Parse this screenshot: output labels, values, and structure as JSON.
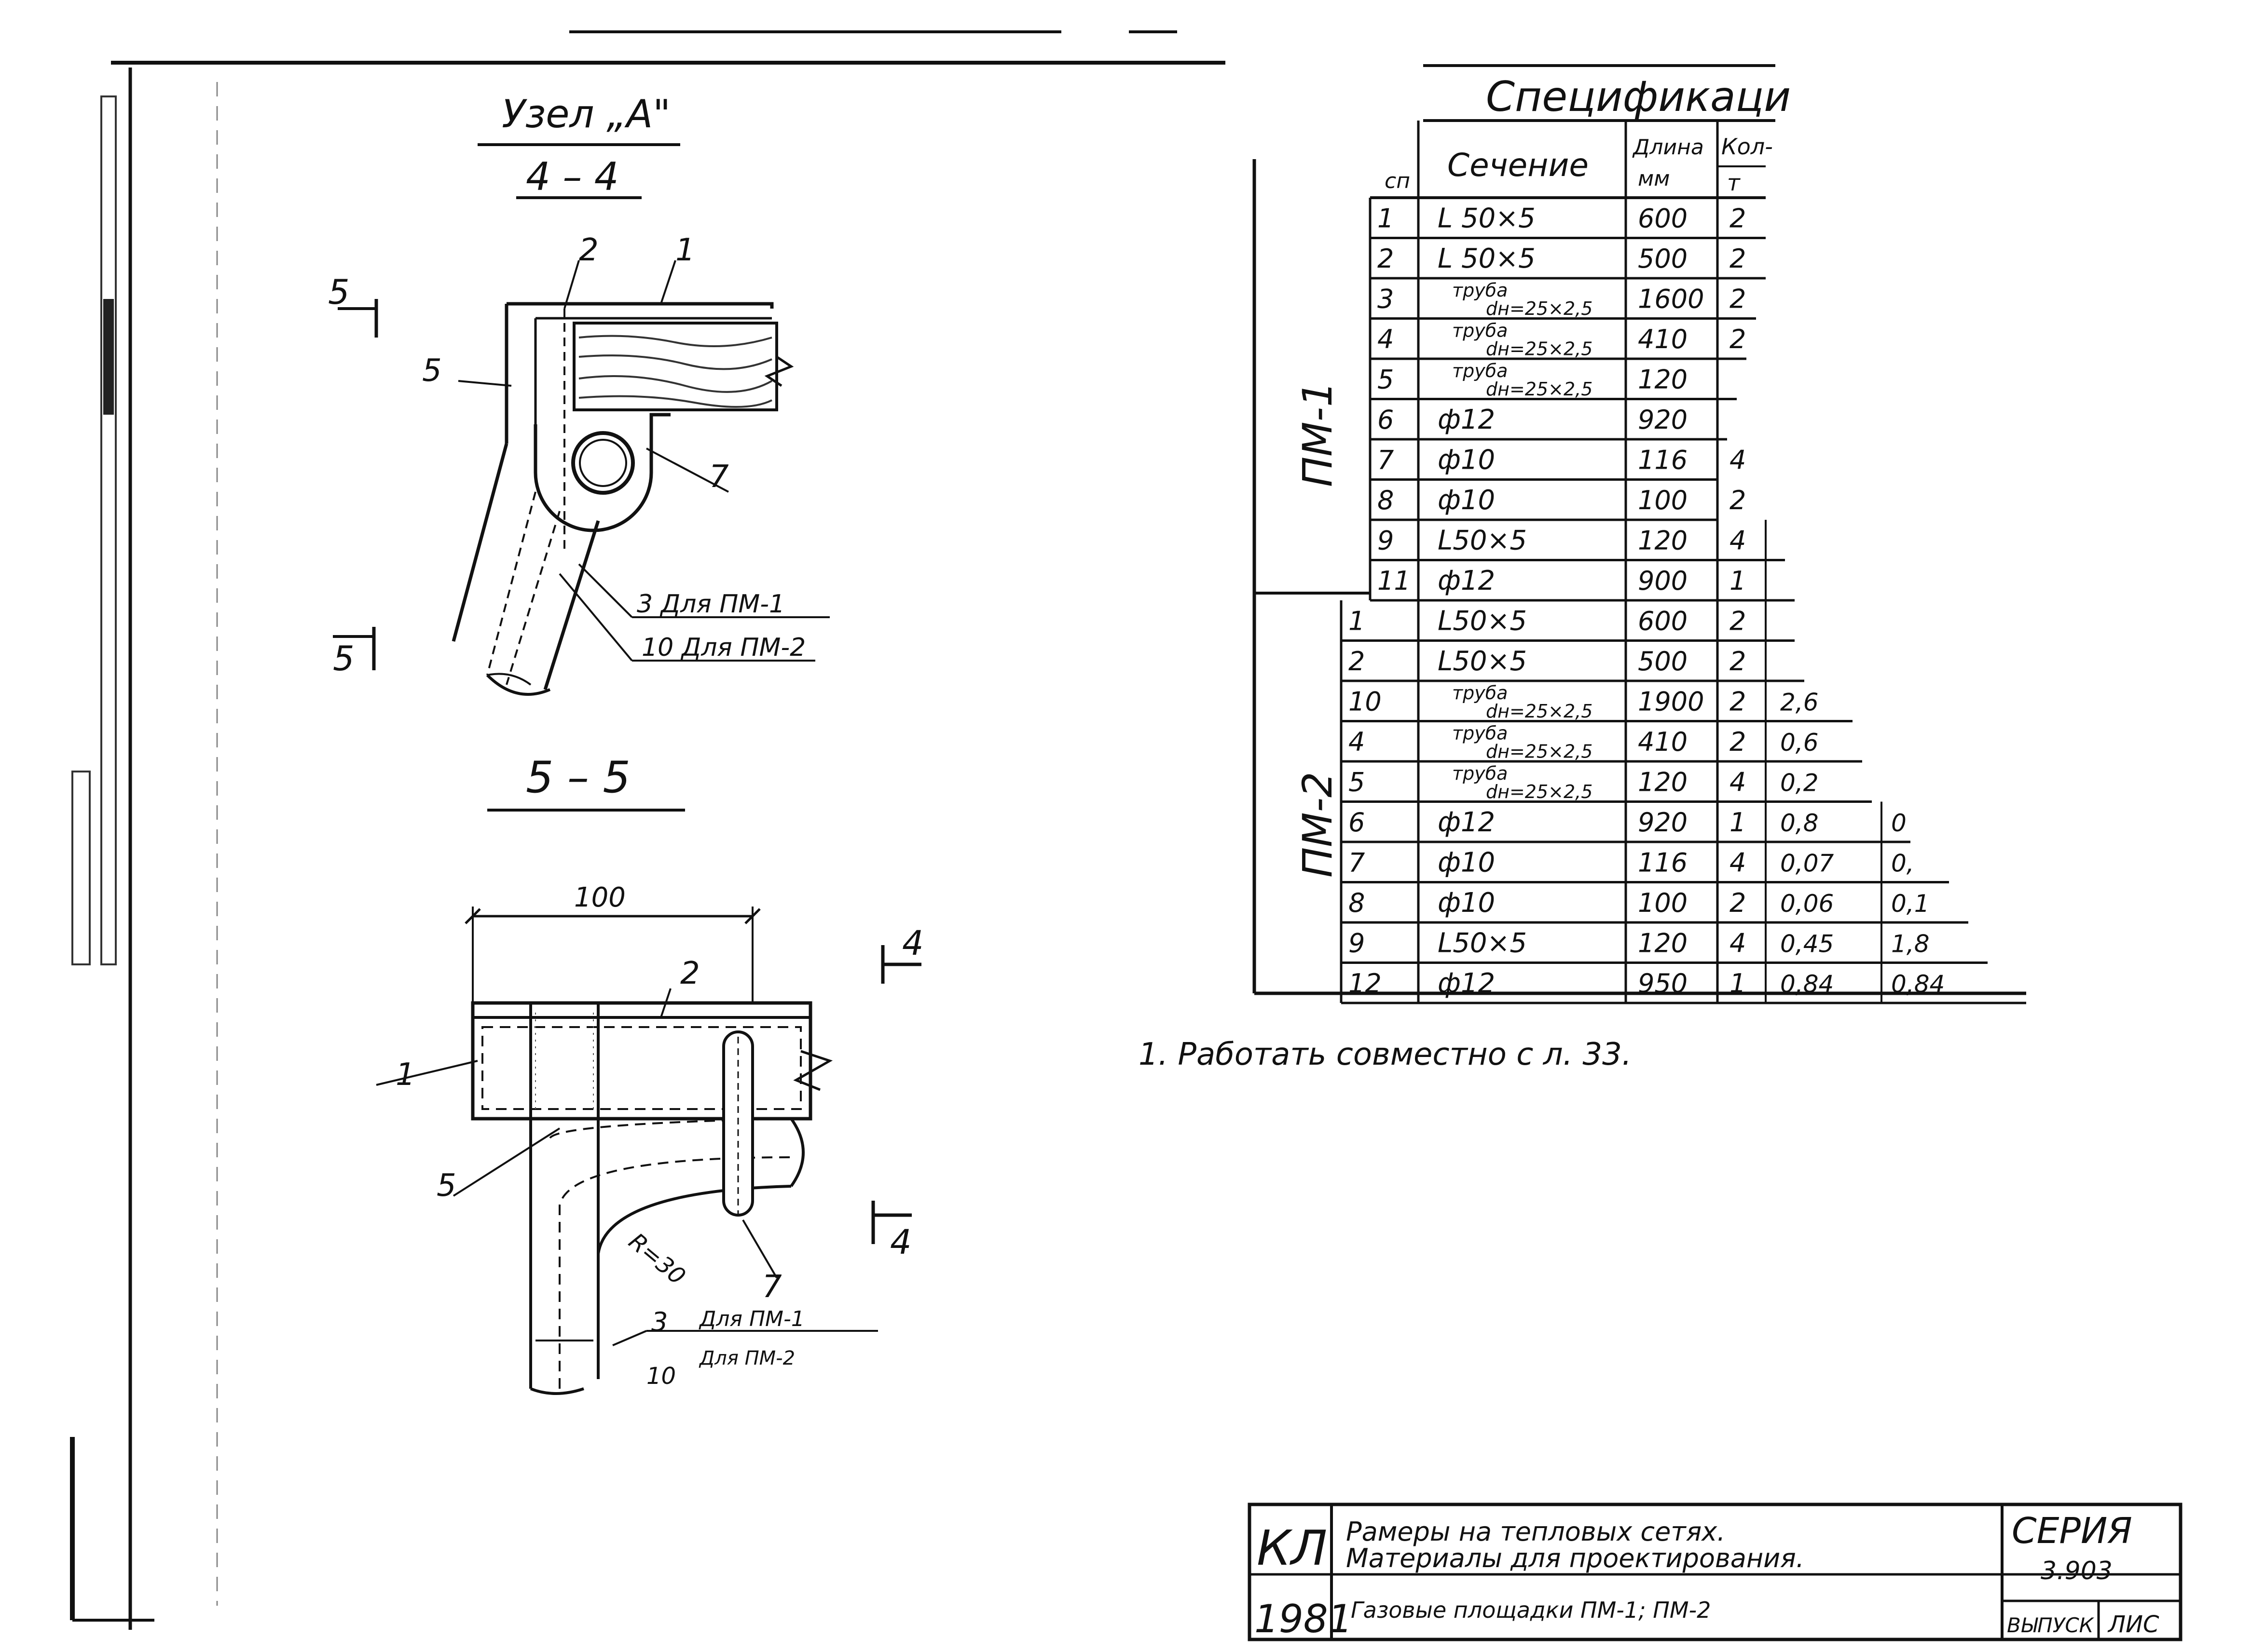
{
  "drawing": {
    "node_title": "Узел „А\"",
    "section_44": "4 – 4",
    "section_55": "5 – 5",
    "callouts_44": {
      "c1": "1",
      "c2": "2",
      "c3": "3",
      "c5": "5",
      "c7": "7",
      "c3_note": "3  Для ПМ-1",
      "c10_note": "10  Для ПМ-2",
      "cut5": "5"
    },
    "callouts_55": {
      "dim_100": "100",
      "c1": "1",
      "c2": "2",
      "c5": "5",
      "c7": "7",
      "r30": "R=30",
      "c3": "3",
      "c10": "10",
      "c3_note": "Для ПМ-1",
      "c10_note": "Для ПМ-2",
      "cut4": "4"
    }
  },
  "spec": {
    "title": "Спецификаци",
    "headers": {
      "pos": "сп",
      "section": "Сечение",
      "length": "Длина",
      "length_unit": "мм",
      "qty": "Кол-",
      "qty_unit": "т"
    },
    "groups": [
      {
        "label": "ПМ-1",
        "rows": [
          {
            "pos": "1",
            "section": "L 50×5",
            "length": "600",
            "qty": "2"
          },
          {
            "pos": "2",
            "section": "L 50×5",
            "length": "500",
            "qty": "2"
          },
          {
            "pos": "3",
            "section": "труба",
            "section2": "dн=25×2,5",
            "length": "1600",
            "qty": "2"
          },
          {
            "pos": "4",
            "section": "труба",
            "section2": "dн=25×2,5",
            "length": "410",
            "qty": "2"
          },
          {
            "pos": "5",
            "section": "труба",
            "section2": "dн=25×2,5",
            "length": "120",
            "qty": ""
          },
          {
            "pos": "6",
            "section": "ф12",
            "length": "920",
            "qty": ""
          },
          {
            "pos": "7",
            "section": "ф10",
            "length": "116",
            "qty": "4"
          },
          {
            "pos": "8",
            "section": "ф10",
            "length": "100",
            "qty": "2"
          },
          {
            "pos": "9",
            "section": "L50×5",
            "length": "120",
            "qty": "4"
          },
          {
            "pos": "11",
            "section": "ф12",
            "length": "900",
            "qty": "1"
          }
        ]
      },
      {
        "label": "ПМ-2",
        "rows": [
          {
            "pos": "1",
            "section": "L50×5",
            "length": "600",
            "qty": "2",
            "m1": "",
            "m2": ""
          },
          {
            "pos": "2",
            "section": "L50×5",
            "length": "500",
            "qty": "2",
            "m1": "",
            "m2": ""
          },
          {
            "pos": "10",
            "section": "труба",
            "section2": "dн=25×2,5",
            "length": "1900",
            "qty": "2",
            "m1": "2,6",
            "m2": ""
          },
          {
            "pos": "4",
            "section": "труба",
            "section2": "dн=25×2,5",
            "length": "410",
            "qty": "2",
            "m1": "0,6",
            "m2": ""
          },
          {
            "pos": "5",
            "section": "труба",
            "section2": "dн=25×2,5",
            "length": "120",
            "qty": "4",
            "m1": "0,2",
            "m2": ""
          },
          {
            "pos": "6",
            "section": "ф12",
            "length": "920",
            "qty": "1",
            "m1": "0,8",
            "m2": "0"
          },
          {
            "pos": "7",
            "section": "ф10",
            "length": "116",
            "qty": "4",
            "m1": "0,07",
            "m2": "0,"
          },
          {
            "pos": "8",
            "section": "ф10",
            "length": "100",
            "qty": "2",
            "m1": "0,06",
            "m2": "0,1"
          },
          {
            "pos": "9",
            "section": "L50×5",
            "length": "120",
            "qty": "4",
            "m1": "0,45",
            "m2": "1,8"
          },
          {
            "pos": "12",
            "section": "ф12",
            "length": "950",
            "qty": "1",
            "m1": "0,84",
            "m2": "0,84"
          }
        ]
      }
    ]
  },
  "note": "1. Работать совместно с л. 33.",
  "stamp": {
    "org": "КЛ",
    "year": "1981",
    "title_line1": "Рамеры на тепловых сетях.",
    "title_line2": "Материалы для проектирования.",
    "title_line3": "Газовые площадки ПМ-1; ПМ-2",
    "series_label": "СЕРИЯ",
    "series_value": "3.903",
    "issue_label": "ВЫПУСК",
    "sheet_label": "ЛИС"
  }
}
